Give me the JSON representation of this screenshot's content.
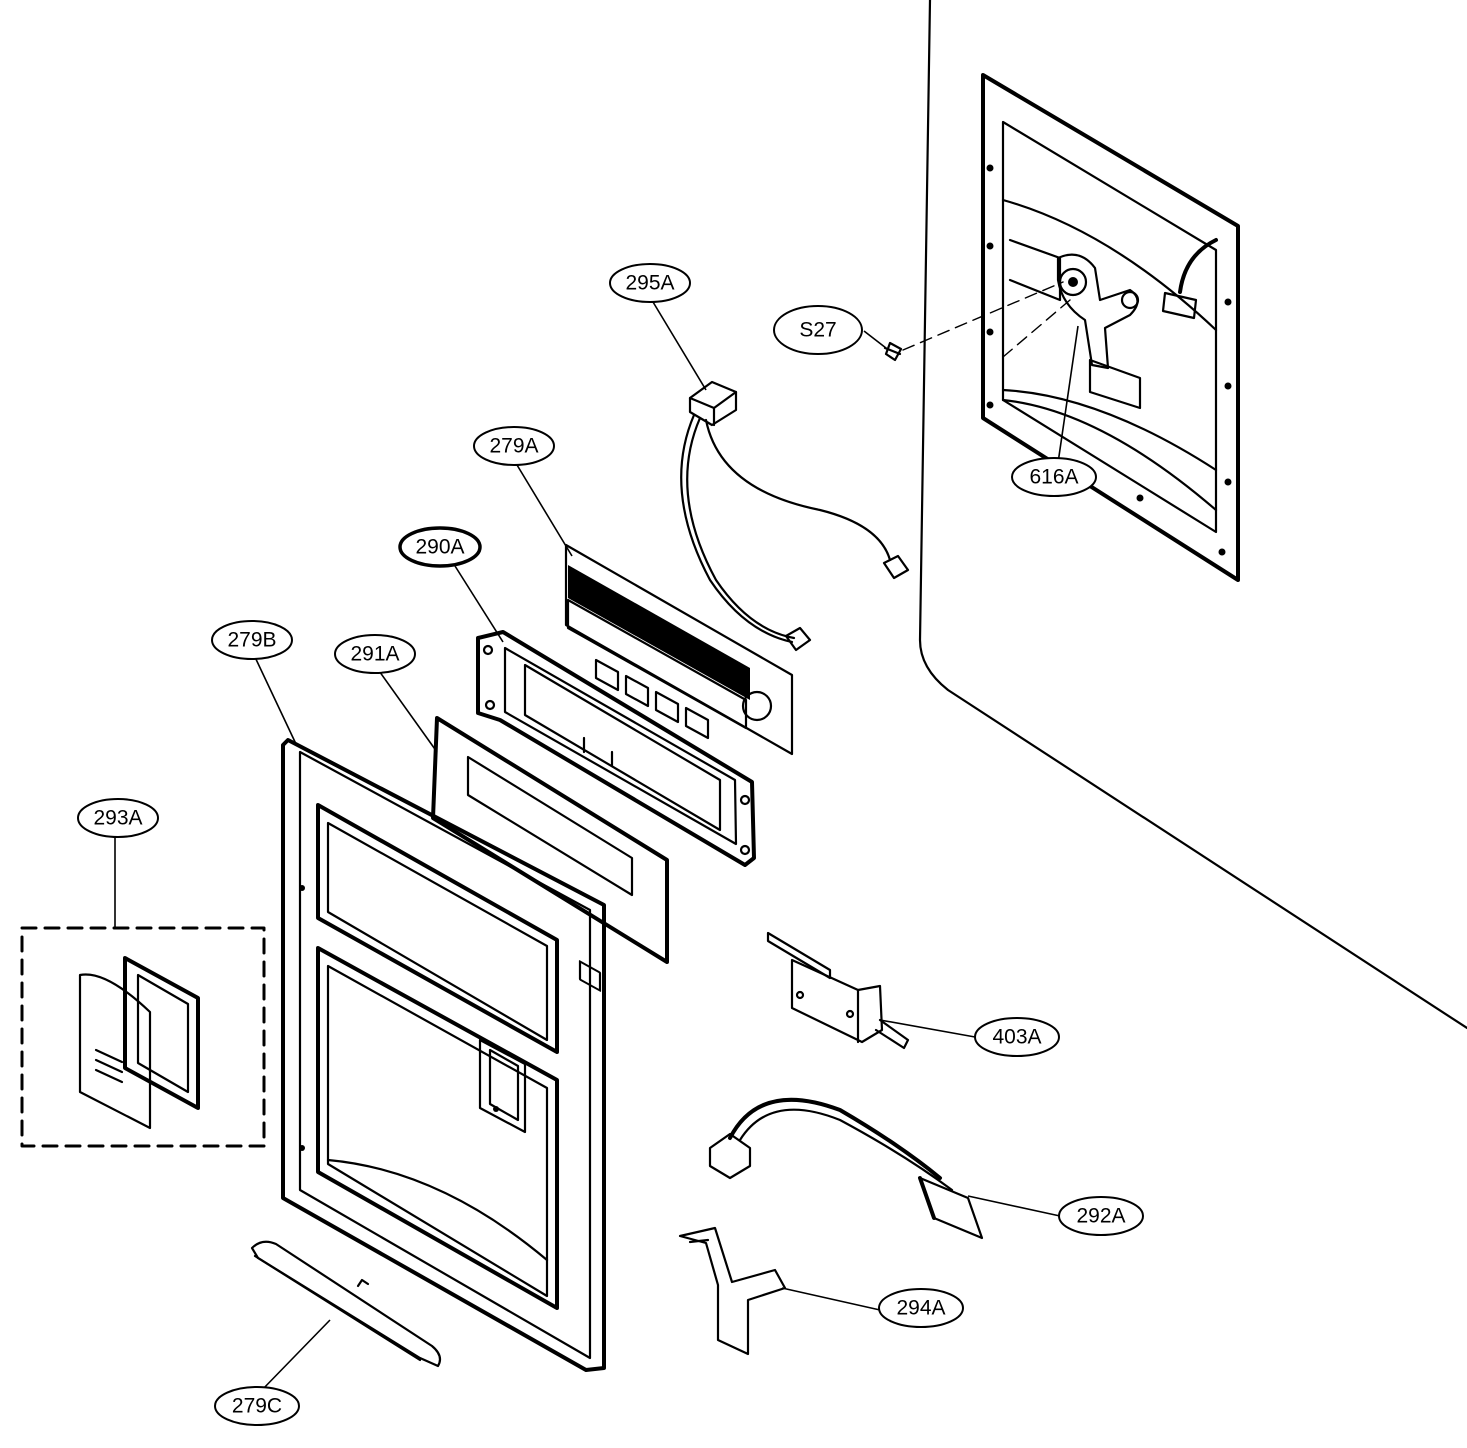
{
  "callouts": {
    "p295A": "295A",
    "pS27": "S27",
    "p279A": "279A",
    "p616A": "616A",
    "p290A": "290A",
    "p279B": "279B",
    "p291A": "291A",
    "p293A": "293A",
    "p403A": "403A",
    "p292A": "292A",
    "p294A": "294A",
    "p279C": "279C"
  }
}
